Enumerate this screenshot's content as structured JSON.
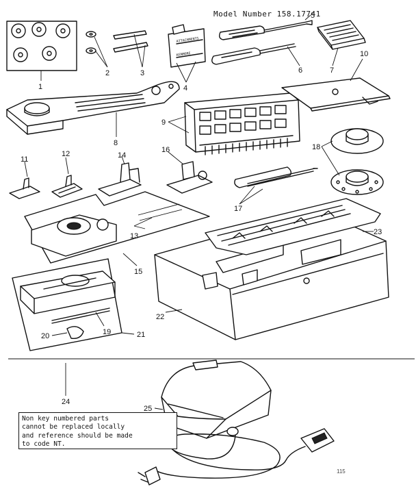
{
  "header": {
    "model_text": "Model Number 158.17741"
  },
  "note": {
    "text": "Non key numbered parts\ncannot be replaced locally\nand reference should be made\nto code NT."
  },
  "corner_mark": "115",
  "callouts": [
    "1",
    "2",
    "3",
    "4",
    "5",
    "6",
    "7",
    "8",
    "9",
    "10",
    "11",
    "12",
    "13",
    "14",
    "15",
    "16",
    "17",
    "18",
    "19",
    "20",
    "21",
    "22",
    "23",
    "24",
    "25"
  ],
  "part_labels": {
    "attachment_box_label_a": "ATTACHMENTS",
    "attachment_box_label_b": "KENMORE"
  },
  "colors": {
    "ink": "#111111",
    "paper": "#ffffff"
  }
}
